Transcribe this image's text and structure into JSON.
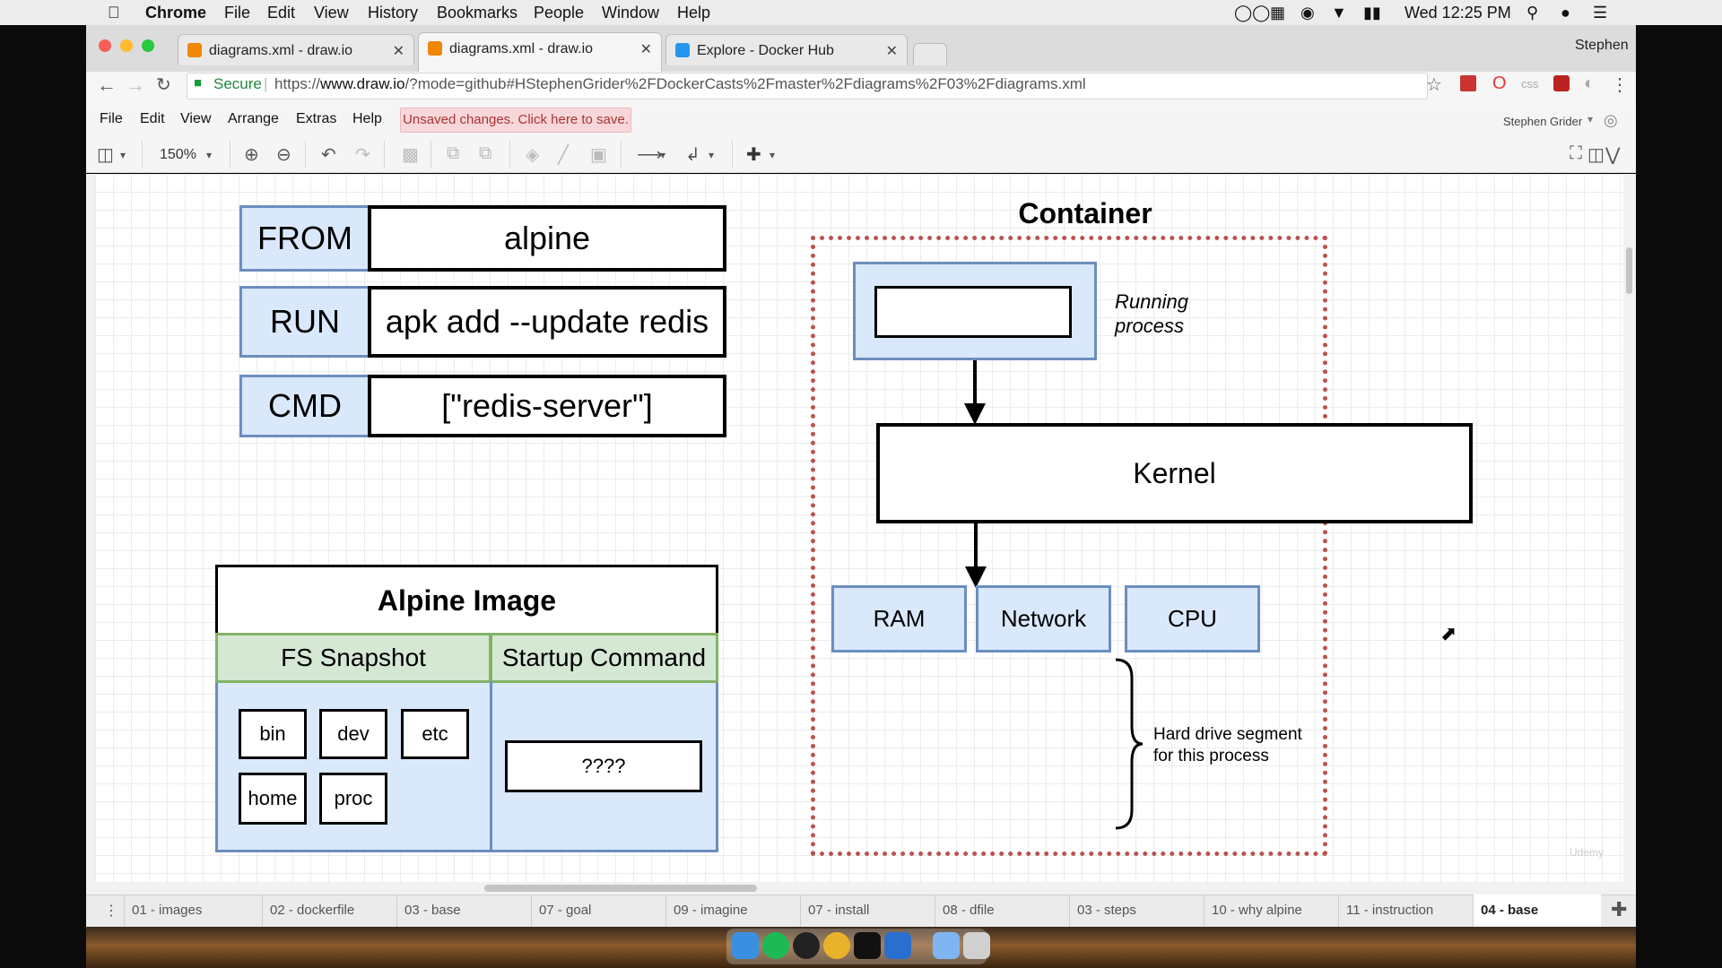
{
  "menubar": {
    "app": "Chrome",
    "items": [
      "File",
      "Edit",
      "View",
      "History",
      "Bookmarks",
      "People",
      "Window",
      "Help"
    ],
    "clock": "Wed 12:25 PM"
  },
  "browser": {
    "tabs": [
      {
        "label": "diagrams.xml - draw.io",
        "active": false
      },
      {
        "label": "diagrams.xml - draw.io",
        "active": true
      },
      {
        "label": "Explore - Docker Hub",
        "active": false
      }
    ],
    "profile": "Stephen",
    "secure_label": "Secure",
    "url_prefix": "https://",
    "url_host": "www.draw.io",
    "url_rest": "/?mode=github#HStephenGrider%2FDockerCasts%2Fmaster%2Fdiagrams%2F03%2Fdiagrams.xml"
  },
  "drawio": {
    "menus": [
      "File",
      "Edit",
      "View",
      "Arrange",
      "Extras",
      "Help"
    ],
    "unsaved": "Unsaved changes. Click here to save.",
    "user": "Stephen Grider",
    "zoom": "150%"
  },
  "diagram": {
    "dockerfile": [
      {
        "keyword": "FROM",
        "value": "alpine"
      },
      {
        "keyword": "RUN",
        "value": "apk add --update redis"
      },
      {
        "keyword": "CMD",
        "value": "[\"redis-server\"]"
      }
    ],
    "image": {
      "title": "Alpine Image",
      "fs_header": "FS Snapshot",
      "cmd_header": "Startup Command",
      "folders": [
        "bin",
        "dev",
        "etc",
        "home",
        "proc"
      ],
      "command": "????"
    },
    "container": {
      "title": "Container",
      "process_label": "Running process",
      "kernel": "Kernel",
      "resources": [
        "RAM",
        "Network",
        "CPU"
      ],
      "hd_label_1": "Hard drive segment",
      "hd_label_2": "for this process"
    }
  },
  "pages": [
    "01 - images",
    "02 - dockerfile",
    "03 - base",
    "07 - goal",
    "09 - imagine",
    "07 - install",
    "08 - dfile",
    "03 - steps",
    "10 - why alpine",
    "11 - instruction",
    "04 - base"
  ],
  "active_page": "04 - base",
  "icons": [
    "apple-icon",
    "search-icon",
    "star-icon",
    "lock-icon",
    "undo-icon",
    "redo-icon",
    "zoom-in-icon",
    "zoom-out-icon",
    "trash-icon",
    "plus-icon",
    "globe-icon"
  ]
}
